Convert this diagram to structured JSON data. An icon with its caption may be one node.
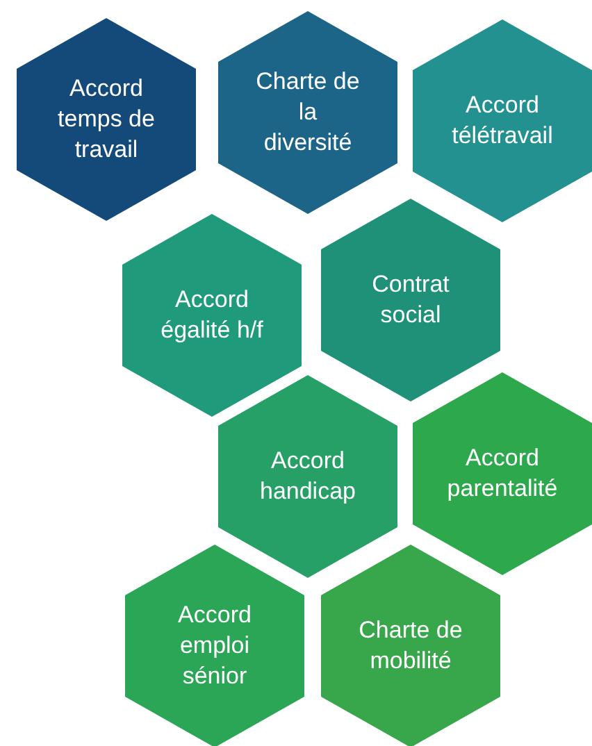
{
  "diagram": {
    "nodes": [
      {
        "text": [
          "Accord temps de travail"
        ]
      },
      {
        "text": [
          "Charte de la diversité"
        ]
      },
      {
        "text": [
          "Accord télétravail"
        ]
      },
      {
        "text": [
          "Accord égalité h/f"
        ]
      },
      {
        "text": [
          "Contrat social"
        ]
      },
      {
        "text": [
          "Accord handicap"
        ]
      },
      {
        "text": [
          "Accord parentalité"
        ]
      },
      {
        "text": [
          "Accord emploi sénior"
        ]
      },
      {
        "text": [
          "Charte de mobilité"
        ]
      }
    ]
  }
}
